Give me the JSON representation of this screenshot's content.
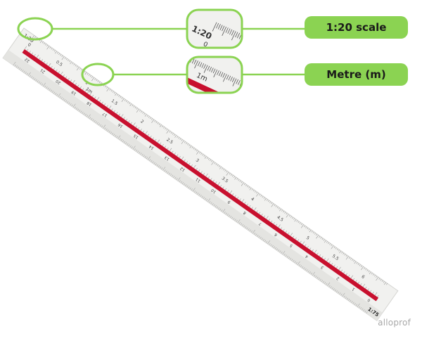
{
  "callouts": {
    "scale_label": "1:20 scale",
    "unit_label": "Metre (m)"
  },
  "ruler": {
    "scale_text": "1:20",
    "scale_zero": "0",
    "unit_mark": "1m",
    "end_scale_text": "1:75",
    "top_edge_labels": [
      "0.5",
      "1",
      "1.5",
      "2",
      "2.5",
      "3",
      "3.5",
      "4",
      "4.5",
      "5",
      "5.5",
      "6"
    ],
    "middle_labels": [
      "22",
      "21",
      "20",
      "19",
      "18",
      "17",
      "16",
      "15",
      "14",
      "13",
      "12",
      "11",
      "10",
      "9",
      "8",
      "7",
      "6",
      "5",
      "4",
      "3",
      "2",
      "1",
      "0"
    ],
    "colors": {
      "body": "#f1f1ef",
      "edge": "#dcdcd9",
      "red_band": "#c8102e",
      "ticks": "#8a8a8a",
      "callout_green": "#8bd352"
    }
  },
  "brand": {
    "watermark": "alloprof"
  }
}
